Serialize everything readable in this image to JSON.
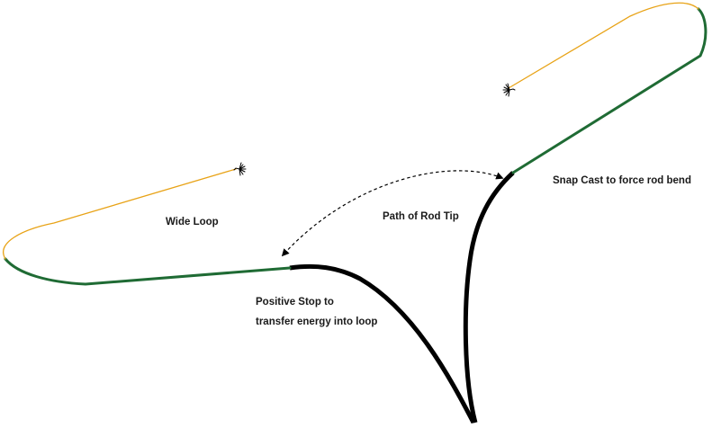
{
  "labels": {
    "snap_cast": "Snap Cast to force rod bend",
    "path_of_rod_tip": "Path of Rod Tip",
    "wide_loop": "Wide Loop",
    "positive_stop_line1": "Positive Stop to",
    "positive_stop_line2": "transfer energy into loop"
  },
  "colors": {
    "rod": "#000000",
    "fly_line": "#1f6b34",
    "leader": "#e8a317",
    "arrow_path": "#000000",
    "text": "#1a1a1a"
  },
  "icons": [
    "fly-icon",
    "arrowhead-icon"
  ]
}
